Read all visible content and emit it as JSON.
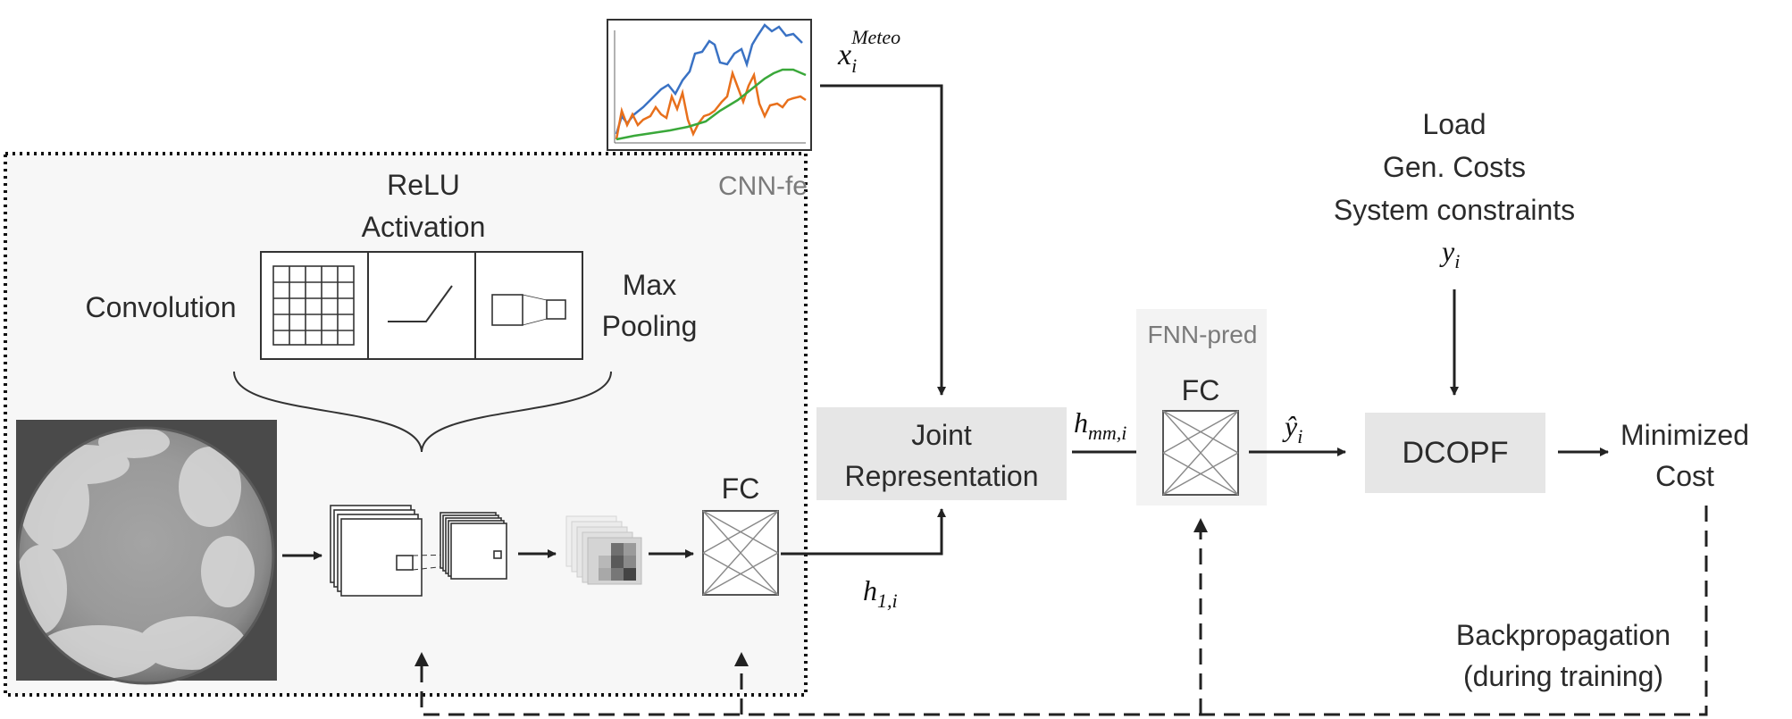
{
  "cnn_section": {
    "title": "CNN-fe",
    "relu_label_line1": "ReLU",
    "relu_label_line2": "Activation",
    "convolution_label": "Convolution",
    "maxpool_label_line1": "Max",
    "maxpool_label_line2": "Pooling",
    "fc_label": "FC"
  },
  "meteo": {
    "symbol": "x",
    "sub": "i",
    "sup": "Meteo",
    "series_colors": [
      "#3a72c4",
      "#e8701c",
      "#3aa83a"
    ]
  },
  "joint": {
    "line1": "Joint",
    "line2": "Representation"
  },
  "h1": {
    "symbol": "h",
    "sub": "1,i"
  },
  "hmm": {
    "symbol": "h",
    "sub": "mm,i"
  },
  "fnn_section": {
    "title": "FNN-pred",
    "fc_label": "FC"
  },
  "yhat": {
    "symbol": "ŷ",
    "sub": "i"
  },
  "inputs": {
    "line1": "Load",
    "line2": "Gen. Costs",
    "line3": "System constraints",
    "y_symbol": "y",
    "y_sub": "i"
  },
  "dcopf": {
    "label": "DCOPF"
  },
  "output": {
    "line1": "Minimized",
    "line2": "Cost"
  },
  "backprop": {
    "line1": "Backpropagation",
    "line2": "(during training)"
  }
}
